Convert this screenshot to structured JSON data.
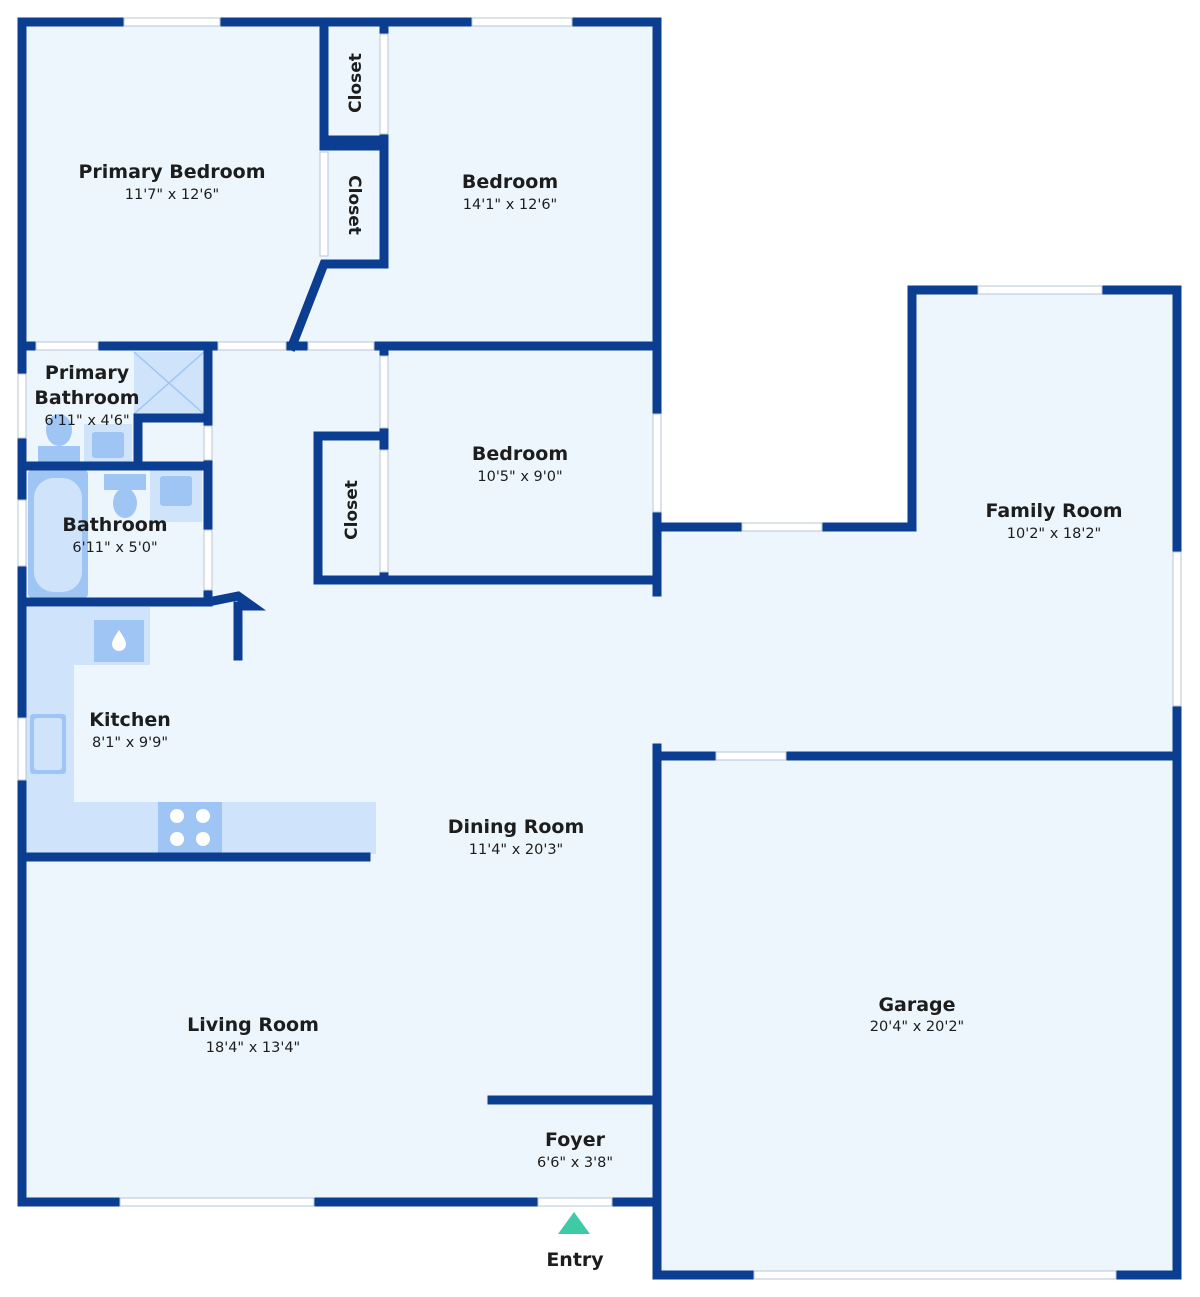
{
  "colors": {
    "wall": "#0b3d91",
    "floor": "#eef6fd",
    "fixture": "#cfe4fb",
    "fixture_dark": "#9fc5f4",
    "entry_marker": "#3ec9a7"
  },
  "rooms": {
    "primary_bedroom": {
      "name": "Primary Bedroom",
      "dim": "11'7\" x 12'6\""
    },
    "bedroom_1": {
      "name": "Bedroom",
      "dim": "14'1\" x 12'6\""
    },
    "primary_bathroom": {
      "name_line1": "Primary",
      "name_line2": "Bathroom",
      "dim": "6'11\" x 4'6\""
    },
    "bedroom_2": {
      "name": "Bedroom",
      "dim": "10'5\" x 9'0\""
    },
    "bathroom": {
      "name": "Bathroom",
      "dim": "6'11\" x 5'0\""
    },
    "family_room": {
      "name": "Family Room",
      "dim": "10'2\" x 18'2\""
    },
    "kitchen": {
      "name": "Kitchen",
      "dim": "8'1\" x 9'9\""
    },
    "dining_room": {
      "name": "Dining Room",
      "dim": "11'4\" x 20'3\""
    },
    "living_room": {
      "name": "Living Room",
      "dim": "18'4\" x 13'4\""
    },
    "garage": {
      "name": "Garage",
      "dim": "20'4\" x 20'2\""
    },
    "foyer": {
      "name": "Foyer",
      "dim": "6'6\" x 3'8\""
    }
  },
  "closets": {
    "closet_1": "Closet",
    "closet_2": "Closet",
    "closet_3": "Closet"
  },
  "entry_label": "Entry"
}
